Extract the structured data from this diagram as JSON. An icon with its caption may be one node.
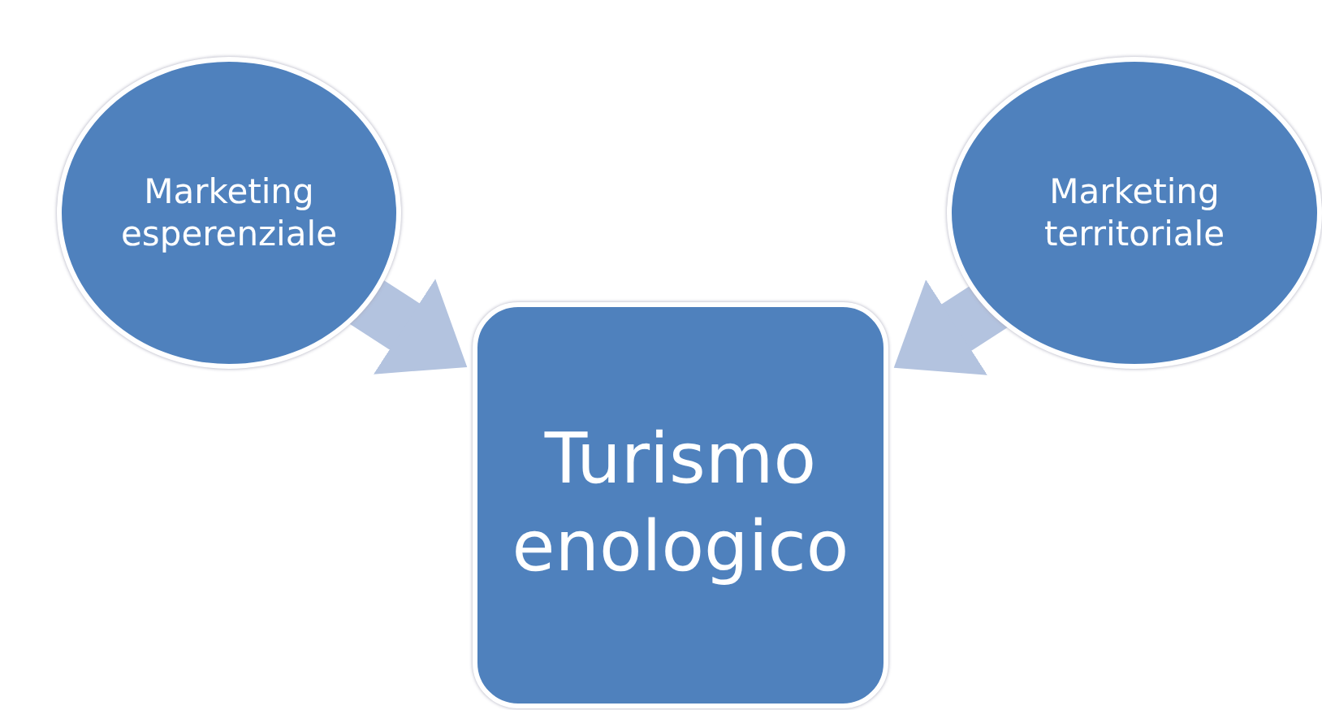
{
  "diagram": {
    "nodes": [
      {
        "text": [
          "Marketing esperenziale"
        ]
      },
      {
        "text": [
          "Marketing territoriale"
        ]
      },
      {
        "text": [
          "Turismo enologico"
        ]
      }
    ],
    "edges": [
      {
        "from": 0,
        "to": 2,
        "arrow": "to"
      },
      {
        "from": 1,
        "to": 2,
        "arrow": "to"
      }
    ]
  }
}
